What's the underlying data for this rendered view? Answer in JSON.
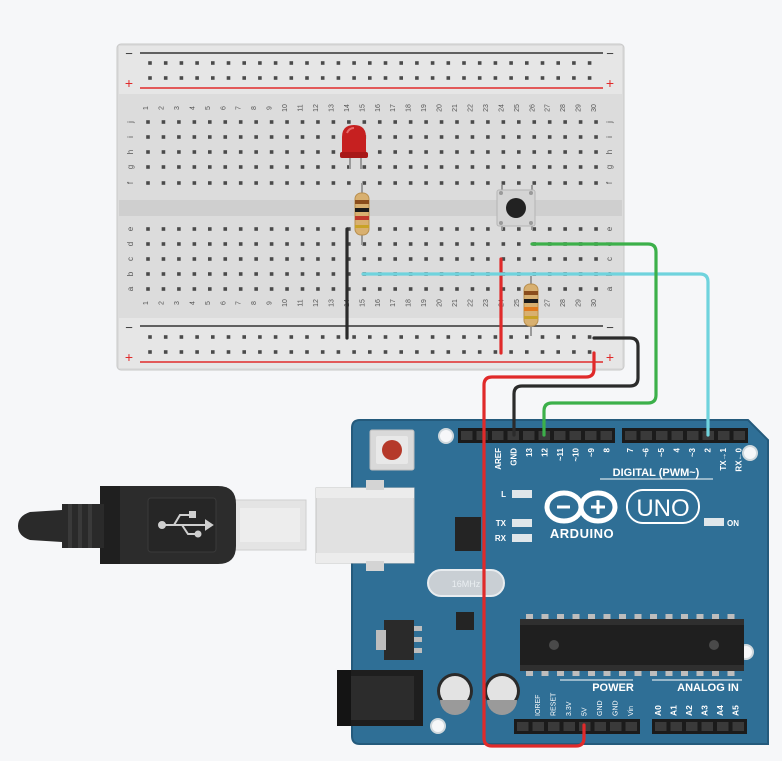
{
  "breadboard": {
    "rail_minus": "−",
    "rail_plus": "+",
    "column_numbers": [
      "1",
      "2",
      "3",
      "4",
      "5",
      "6",
      "7",
      "8",
      "9",
      "10",
      "11",
      "12",
      "13",
      "14",
      "15",
      "16",
      "17",
      "18",
      "19",
      "20",
      "21",
      "22",
      "23",
      "24",
      "25",
      "26",
      "27",
      "28",
      "29",
      "30"
    ],
    "rows_top": [
      "j",
      "i",
      "h",
      "g",
      "f"
    ],
    "rows_bottom": [
      "e",
      "d",
      "c",
      "b",
      "a"
    ]
  },
  "arduino": {
    "logo_text": "ARDUINO",
    "model": "UNO",
    "on_label": "ON",
    "digital_label": "DIGITAL (PWM~)",
    "power_label": "POWER",
    "analog_label": "ANALOG IN",
    "crystal_label": "16MHz",
    "led_labels": [
      "L",
      "TX",
      "RX"
    ],
    "header_left_pins": [
      "AREF",
      "GND",
      "13",
      "12",
      "~11",
      "~10",
      "~9",
      "8"
    ],
    "header_right_pins": [
      "7",
      "~6",
      "~5",
      "4",
      "~3",
      "2",
      "TX→1",
      "RX←0"
    ],
    "power_pins": [
      "IOREF",
      "RESET",
      "3.3V",
      "5V",
      "GND",
      "GND",
      "Vin"
    ],
    "analog_pins": [
      "A0",
      "A1",
      "A2",
      "A3",
      "A4",
      "A5"
    ]
  },
  "colors": {
    "board": "#2f6f96",
    "board_edge": "#245a7c",
    "wire_red": "#e02a2a",
    "wire_black": "#2b2b2b",
    "wire_green": "#3cb04a",
    "wire_cyan": "#6fd3dd",
    "led_red": "#c62020"
  },
  "icons": [
    "usb-cable-icon",
    "usb-symbol-icon",
    "arduino-infinity-logo-icon",
    "pushbutton-icon",
    "led-icon",
    "resistor-icon"
  ]
}
